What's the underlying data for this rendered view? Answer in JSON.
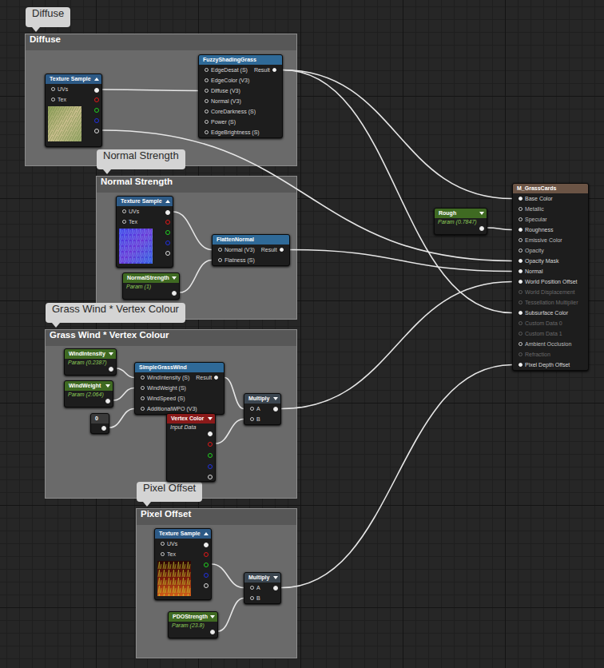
{
  "diagram": {
    "nodes": [
      {
        "text": [
          "Diffuse",
          "Diffuse"
        ]
      },
      {
        "text": [
          "Texture Sample",
          "UVs",
          "Tex"
        ],
        "in": 0
      },
      {
        "text": [
          "FuzzyShadingGrass",
          "EdgeDesat (S)",
          "Result",
          "EdgeColor (V3)",
          "Diffuse (V3)",
          "Normal (V3)",
          "CoreDarkness (S)",
          "Power (S)",
          "EdgeBrightness (S)"
        ],
        "in": 0
      },
      {
        "text": [
          "Normal Strength",
          "Normal Strength"
        ]
      },
      {
        "text": [
          "Texture Sample",
          "UVs",
          "Tex"
        ],
        "in": 3
      },
      {
        "text": [
          "FlattenNormal",
          "Normal (V3)",
          "Result",
          "Flatness (S)"
        ],
        "in": 3
      },
      {
        "text": [
          "NormalStrength",
          "Param (1)"
        ],
        "in": 3
      },
      {
        "text": [
          "Grass Wind * Vertex Colour",
          "Grass Wind * Vertex Colour"
        ]
      },
      {
        "text": [
          "WindIntensity",
          "Param (0.2387)"
        ],
        "in": 7
      },
      {
        "text": [
          "SimpleGrassWind",
          "WindIntensity (S)",
          "Result",
          "WindWeight (S)",
          "WindSpeed (S)",
          "AdditionalWPO (V3)"
        ],
        "in": 7
      },
      {
        "text": [
          "WindWeight",
          "Param (2.064)"
        ],
        "in": 7
      },
      {
        "text": [
          "0"
        ],
        "in": 7
      },
      {
        "text": [
          "Multiply",
          "A",
          "B"
        ],
        "in": 7
      },
      {
        "text": [
          "Vertex Color",
          "Input Data"
        ],
        "in": 7
      },
      {
        "text": [
          "Pixel Offset",
          "Pixel Offset"
        ]
      },
      {
        "text": [
          "Texture Sample",
          "UVs",
          "Tex"
        ],
        "in": 14
      },
      {
        "text": [
          "Multiply",
          "A",
          "B"
        ],
        "in": 14
      },
      {
        "text": [
          "PDOStrength",
          "Param (23.8)"
        ],
        "in": 14
      },
      {
        "text": [
          "Rough",
          "Param (0.7847)"
        ]
      },
      {
        "text": [
          "M_GrassCards",
          "Base Color",
          "Metallic",
          "Specular",
          "Roughness",
          "Emissive Color",
          "Opacity",
          "Opacity Mask",
          "Normal",
          "World Position Offset",
          "World Displacement",
          "Tessellation Multiplier",
          "Subsurface Color",
          "Custom Data 0",
          "Custom Data 1",
          "Ambient Occlusion",
          "Refraction",
          "Pixel Depth Offset"
        ]
      }
    ],
    "edges": [
      {
        "from": 1,
        "to": 2,
        "arrow": "none"
      },
      {
        "from": 1,
        "to": 19,
        "arrow": "none"
      },
      {
        "from": 2,
        "to": 19,
        "arrow": "none"
      },
      {
        "from": 2,
        "to": 19,
        "arrow": "none"
      },
      {
        "from": 4,
        "to": 5,
        "arrow": "none"
      },
      {
        "from": 6,
        "to": 5,
        "arrow": "none"
      },
      {
        "from": 5,
        "to": 19,
        "arrow": "none"
      },
      {
        "from": 18,
        "to": 19,
        "arrow": "none"
      },
      {
        "from": 8,
        "to": 9,
        "arrow": "none"
      },
      {
        "from": 10,
        "to": 9,
        "arrow": "none"
      },
      {
        "from": 11,
        "to": 9,
        "arrow": "none"
      },
      {
        "from": 9,
        "to": 12,
        "arrow": "none"
      },
      {
        "from": 13,
        "to": 12,
        "arrow": "none"
      },
      {
        "from": 12,
        "to": 19,
        "arrow": "none"
      },
      {
        "from": 15,
        "to": 16,
        "arrow": "none"
      },
      {
        "from": 17,
        "to": 16,
        "arrow": "none"
      },
      {
        "from": 16,
        "to": 19,
        "arrow": "none"
      }
    ]
  }
}
